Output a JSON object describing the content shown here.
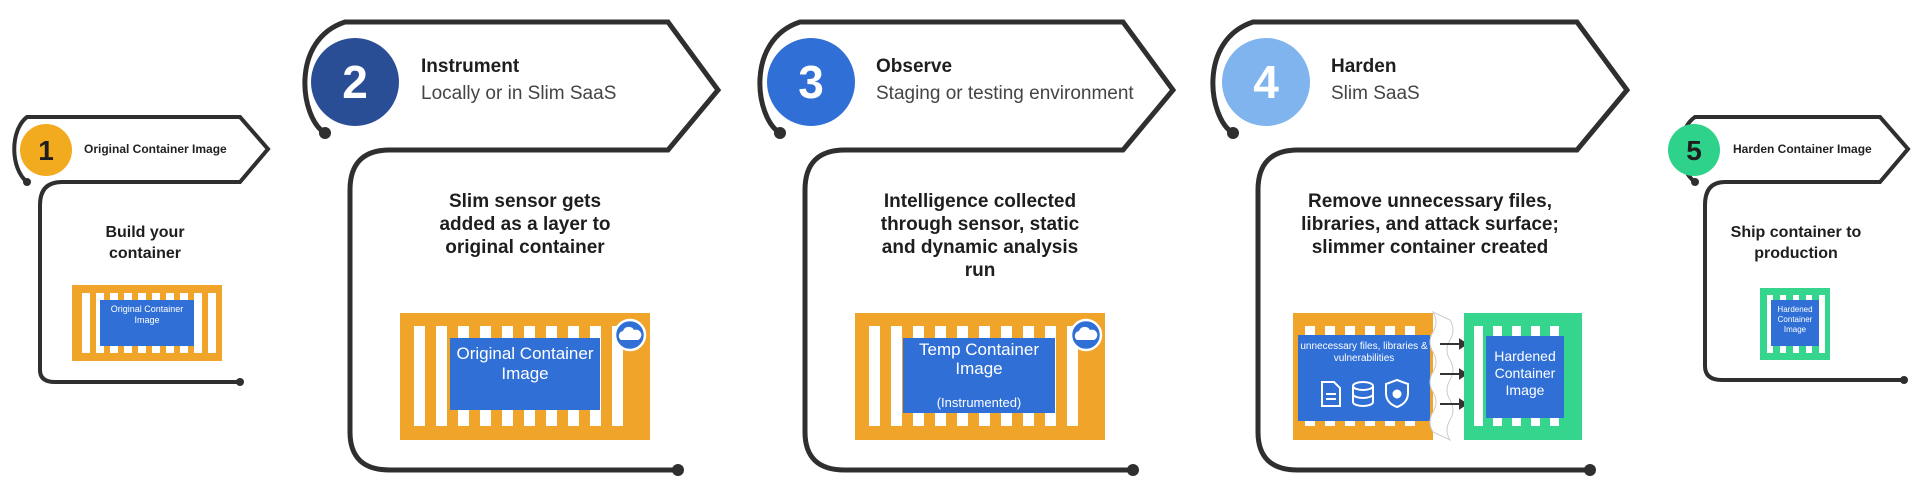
{
  "colors": {
    "outline": "#2f2f2f",
    "step1": "#F2AA1F",
    "step2": "#2A4E96",
    "step3": "#2F6FD6",
    "step4": "#7FB4EE",
    "step5": "#2ED28A",
    "container_orange": "#F0A52A",
    "container_blue": "#2F6FD6",
    "container_green": "#36D58E"
  },
  "steps": [
    {
      "number": "1",
      "title": "Original Container Image",
      "description": "Build your container",
      "container_label": "Original Container Image"
    },
    {
      "number": "2",
      "title": "Instrument",
      "subtitle": "Locally or in Slim SaaS",
      "description": "Slim sensor gets added as a layer to original container",
      "container_label": "Original Container Image",
      "badge_icon": "slim-cloud-icon"
    },
    {
      "number": "3",
      "title": "Observe",
      "subtitle": "Staging or testing environment",
      "description": "Intelligence collected through sensor, static and dynamic analysis run",
      "container_label": "Temp Container Image",
      "container_sublabel": "(Instrumented)",
      "badge_icon": "slim-cloud-icon"
    },
    {
      "number": "4",
      "title": "Harden",
      "subtitle": "Slim SaaS",
      "description": "Remove unnecessary files, libraries, and attack surface; slimmer container created",
      "removed_label": "unnecessary files, libraries & vulnerabilities",
      "removed_icons": [
        "file-icon",
        "database-icon",
        "shield-bug-icon"
      ],
      "container_label": "Hardened Container Image"
    },
    {
      "number": "5",
      "title": "Harden Container Image",
      "description": "Ship container to production",
      "container_label": "Hardened Container Image"
    }
  ]
}
